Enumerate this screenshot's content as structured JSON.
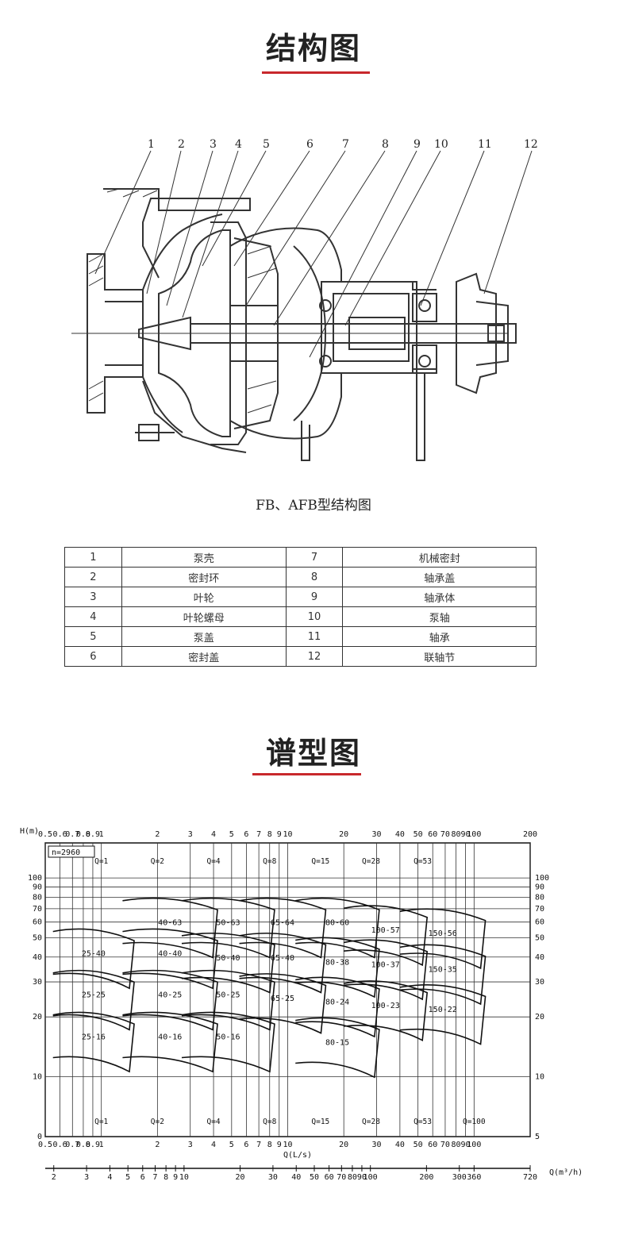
{
  "sections": {
    "structure_title": "结构图",
    "spectrum_title": "谱型图"
  },
  "drawing": {
    "caption": "FB、AFB型结构图",
    "callouts": [
      "1",
      "2",
      "3",
      "4",
      "5",
      "6",
      "7",
      "8",
      "9",
      "10",
      "11",
      "12"
    ]
  },
  "parts_table": {
    "rows": [
      {
        "n1": "1",
        "t1": "泵壳",
        "n2": "7",
        "t2": "机械密封"
      },
      {
        "n1": "2",
        "t1": "密封环",
        "n2": "8",
        "t2": "轴承盖"
      },
      {
        "n1": "3",
        "t1": "叶轮",
        "n2": "9",
        "t2": "轴承体"
      },
      {
        "n1": "4",
        "t1": "叶轮螺母",
        "n2": "10",
        "t2": "泵轴"
      },
      {
        "n1": "5",
        "t1": "泵盖",
        "n2": "11",
        "t2": "轴承"
      },
      {
        "n1": "6",
        "t1": "密封盖",
        "n2": "12",
        "t2": "联轴节"
      }
    ]
  },
  "chart_data": {
    "type": "performance-spectrum",
    "speed_label": "n=2960",
    "y_label": "H(m)",
    "x_label": "Q(L/s)",
    "x2_label": "Q(m³/h)",
    "y_ticks_left": [
      "100",
      "90",
      "80",
      "70",
      "60",
      "50",
      "40",
      "30",
      "20",
      "10",
      "0"
    ],
    "y_ticks_right": [
      "100",
      "90",
      "80",
      "70",
      "60",
      "50",
      "40",
      "30",
      "20",
      "10",
      "5"
    ],
    "x_ticks": [
      "0.5",
      "0.6",
      "0.7",
      "0.8",
      "0.9",
      "1",
      "2",
      "3",
      "4",
      "5",
      "6",
      "7",
      "8",
      "9",
      "10",
      "20",
      "30",
      "40",
      "50",
      "60",
      "70",
      "80",
      "90",
      "100",
      "200"
    ],
    "x_ticks_bottom": [
      "0.5",
      "0.6",
      "0.7",
      "0.8",
      "0.9",
      "1",
      "2",
      "3",
      "4",
      "5",
      "6",
      "7",
      "8",
      "9",
      "10",
      "20",
      "30",
      "40",
      "50",
      "60",
      "70",
      "80",
      "90",
      "100"
    ],
    "x2_ticks": [
      "2",
      "3",
      "4",
      "5",
      "6",
      "7",
      "8",
      "9",
      "10",
      "20",
      "30",
      "40",
      "50",
      "60",
      "70",
      "80",
      "90",
      "100",
      "200",
      "300",
      "360",
      "720"
    ],
    "flow_labels_top": [
      "Q=1",
      "Q=2",
      "Q=4",
      "Q=8",
      "Q=15",
      "Q=28",
      "Q=53"
    ],
    "flow_labels_bottom": [
      "Q=1",
      "Q=2",
      "Q=4",
      "Q=8",
      "Q=15",
      "Q=28",
      "Q=53",
      "Q=100"
    ],
    "models": [
      {
        "name": "40-63"
      },
      {
        "name": "50-63"
      },
      {
        "name": "65-64"
      },
      {
        "name": "80-60"
      },
      {
        "name": "100-57"
      },
      {
        "name": "150-56"
      },
      {
        "name": "25-40"
      },
      {
        "name": "40-40"
      },
      {
        "name": "50-40"
      },
      {
        "name": "65-40"
      },
      {
        "name": "80-38"
      },
      {
        "name": "100-37"
      },
      {
        "name": "150-35"
      },
      {
        "name": "25-25"
      },
      {
        "name": "40-25"
      },
      {
        "name": "50-25"
      },
      {
        "name": "65-25"
      },
      {
        "name": "80-24"
      },
      {
        "name": "100-23"
      },
      {
        "name": "150-22"
      },
      {
        "name": "25-16"
      },
      {
        "name": "40-16"
      },
      {
        "name": "50-16"
      },
      {
        "name": "80-15"
      }
    ]
  }
}
